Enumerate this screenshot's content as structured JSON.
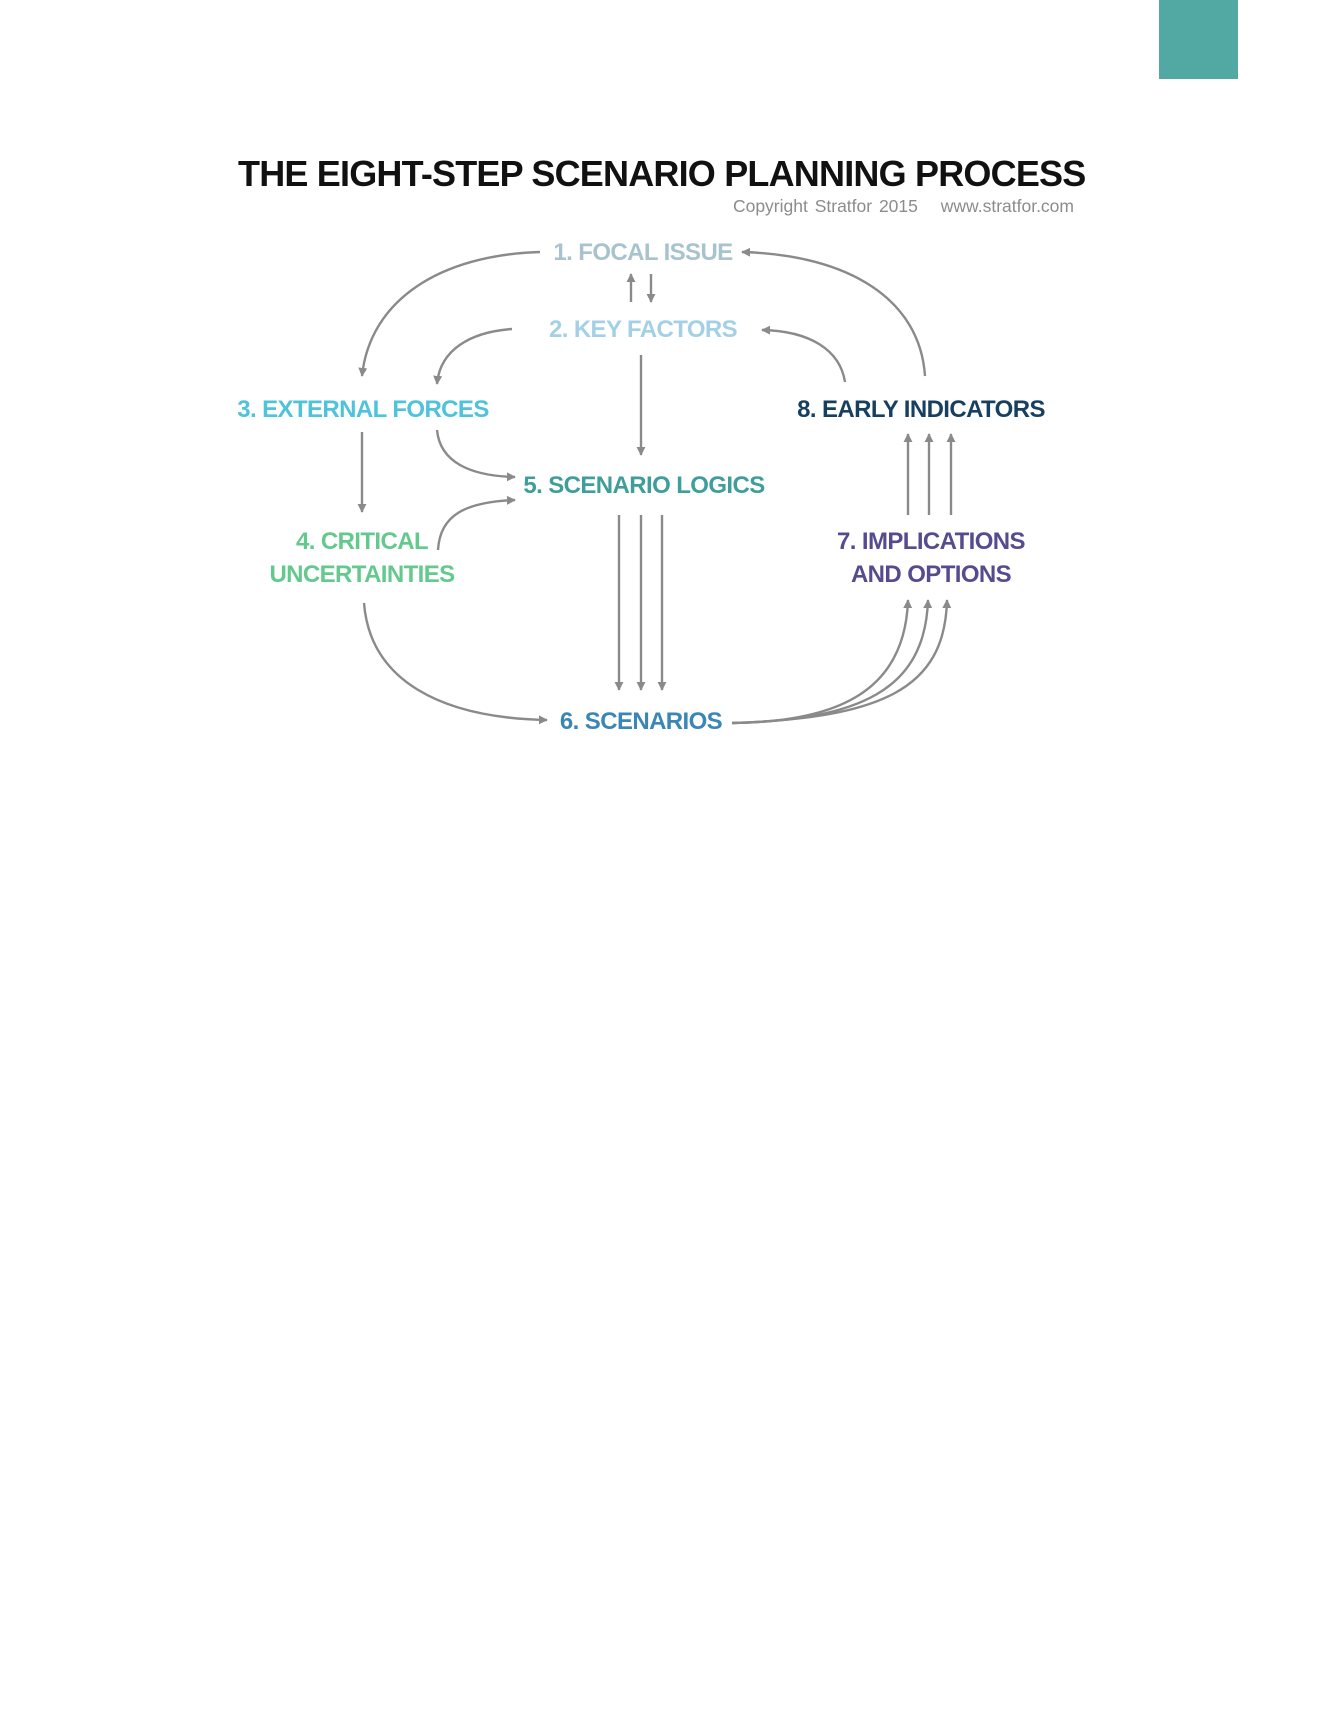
{
  "title": "THE EIGHT-STEP SCENARIO PLANNING PROCESS",
  "copyright": "Copyright Stratfor 2015",
  "website": "www.stratfor.com",
  "colors": {
    "accent_tab": "#52a8a2",
    "arrow": "#8a8a8a",
    "focal_issue": "#a7c3cd",
    "key_factors": "#a4d0e6",
    "external_forces": "#4fc3d9",
    "critical_uncertainties": "#63c98d",
    "scenario_logics": "#3f9e9a",
    "scenarios": "#3a86b5",
    "implications_options": "#564b8f",
    "early_indicators": "#173f5f"
  },
  "steps": {
    "focal_issue": "1. FOCAL ISSUE",
    "key_factors": "2. KEY FACTORS",
    "external_forces": "3. EXTERNAL FORCES",
    "critical_uncertainties_line1": "4. CRITICAL",
    "critical_uncertainties_line2": "UNCERTAINTIES",
    "scenario_logics": "5. SCENARIO LOGICS",
    "scenarios": "6. SCENARIOS",
    "implications_line1": "7. IMPLICATIONS",
    "implications_line2": "AND OPTIONS",
    "early_indicators": "8. EARLY INDICATORS"
  }
}
